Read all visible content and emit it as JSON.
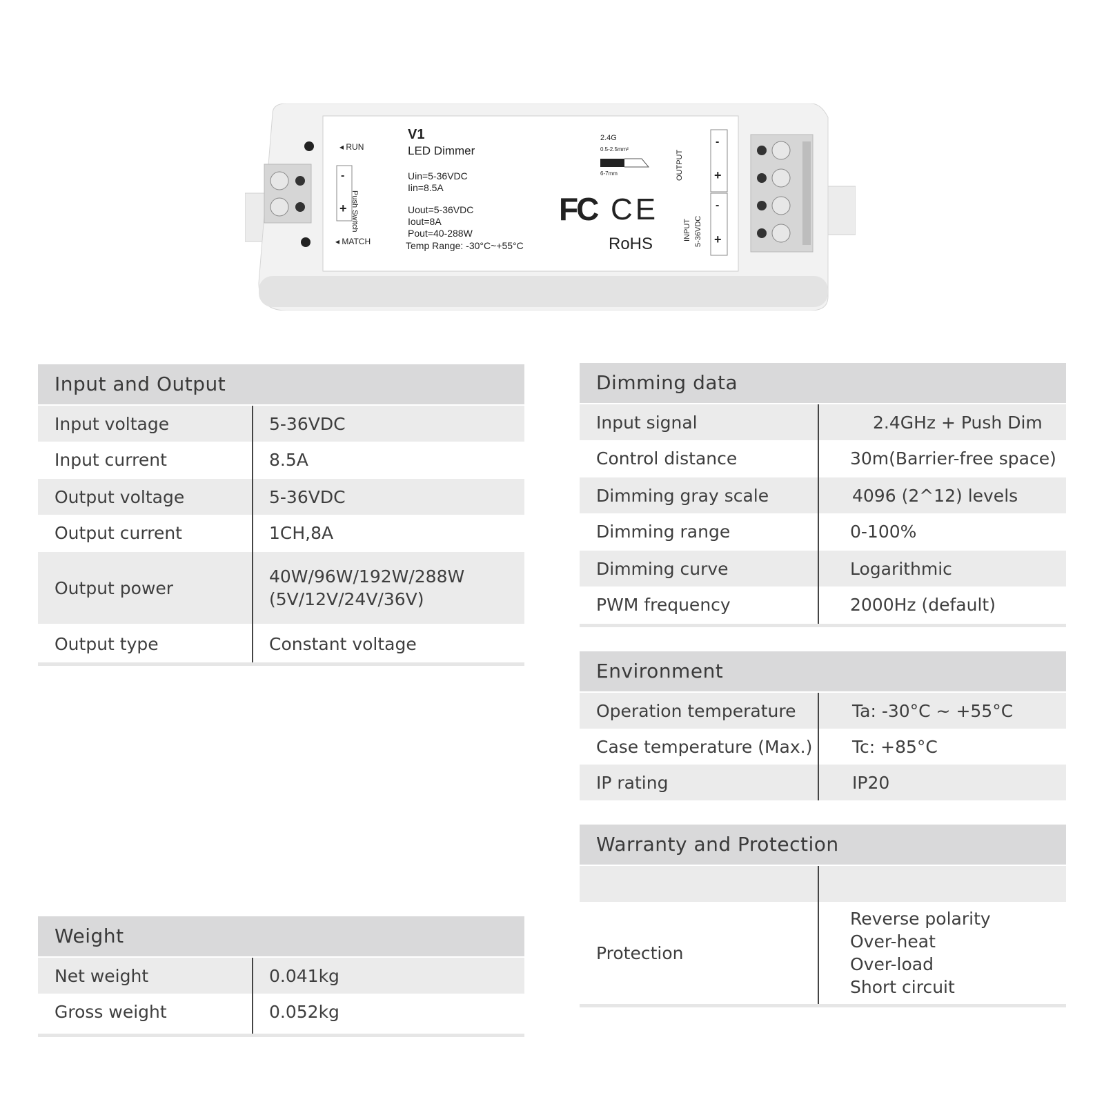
{
  "device": {
    "model": "V1",
    "name": "LED Dimmer",
    "specs": [
      "Uin=5-36VDC",
      "Iin=8.5A",
      "Uout=5-36VDC",
      "Iout=8A",
      "Pout=40-288W",
      "Temp Range: -30°C~+55°C"
    ],
    "run_label": "RUN",
    "match_label": "MATCH",
    "push_switch_label": "Push Switch",
    "freq_label": "2.4G",
    "wire_size": "0.5-2.5mm²",
    "strip_len": "6-7mm",
    "output_label": "OUTPUT",
    "input_label": "INPUT",
    "input_voltage": "5-36VDC",
    "minus": "-",
    "plus": "+",
    "fc_mark": "FC",
    "ce_mark": "CE",
    "rohs_mark": "RoHS",
    "body_color": "#f2f2f2",
    "label_color": "#ffffff",
    "terminal_color": "#d6d6d6"
  },
  "input_output": {
    "title": "Input and Output",
    "rows": [
      {
        "key": "Input voltage",
        "value": "5-36VDC"
      },
      {
        "key": "Input current",
        "value": "8.5A"
      },
      {
        "key": "Output voltage",
        "value": "5-36VDC"
      },
      {
        "key": "Output current",
        "value": "1CH,8A"
      },
      {
        "key": "Output power",
        "value": [
          "40W/96W/192W/288W",
          "(5V/12V/24V/36V)"
        ]
      },
      {
        "key": "Output type",
        "value": "Constant voltage"
      }
    ]
  },
  "weight": {
    "title": "Weight",
    "rows": [
      {
        "key": "Net weight",
        "value": "0.041kg"
      },
      {
        "key": "Gross weight",
        "value": "0.052kg"
      }
    ]
  },
  "dimming": {
    "title": "Dimming data",
    "rows": [
      {
        "key": "Input signal",
        "value": "2.4GHz + Push Dim"
      },
      {
        "key": "Control distance",
        "value": "30m(Barrier-free space)"
      },
      {
        "key": "Dimming gray scale",
        "value": "4096 (2^12) levels"
      },
      {
        "key": "Dimming range",
        "value": "0-100%"
      },
      {
        "key": "Dimming curve",
        "value": "Logarithmic"
      },
      {
        "key": "PWM frequency",
        "value": "2000Hz (default)"
      }
    ]
  },
  "environment": {
    "title": "Environment",
    "rows": [
      {
        "key": "Operation temperature",
        "value": "Ta: -30°C ~ +55°C"
      },
      {
        "key": "Case temperature (Max.)",
        "value": "Tc: +85°C"
      },
      {
        "key": "IP rating",
        "value": "IP20"
      }
    ]
  },
  "warranty": {
    "title": "Warranty and Protection",
    "protection_key": "Protection",
    "protection_values": [
      "Reverse polarity",
      "Over-heat",
      "Over-load",
      "Short circuit"
    ]
  },
  "colors": {
    "header_bg": "#d9d9da",
    "shaded_row": "#ebebeb",
    "text": "#3e3e3e",
    "divider": "#444444"
  }
}
